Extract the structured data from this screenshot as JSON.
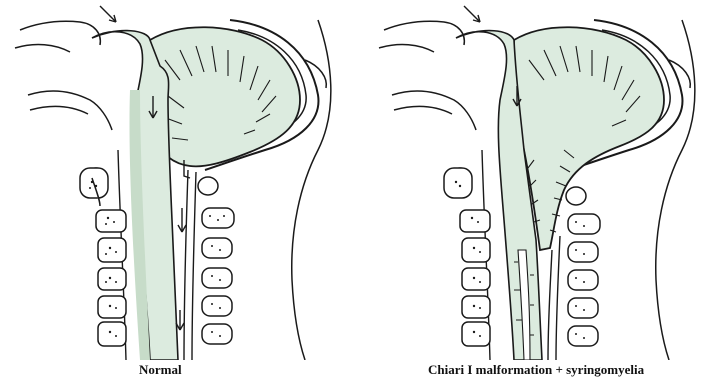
{
  "figure": {
    "panels": [
      {
        "id": "normal",
        "caption": "Normal"
      },
      {
        "id": "chiari",
        "caption": "Chiari I malformation + syringomyelia"
      }
    ],
    "colors": {
      "csf_fill": "#dcebdf",
      "outline": "#1a1a1a",
      "background": "#ffffff"
    }
  }
}
